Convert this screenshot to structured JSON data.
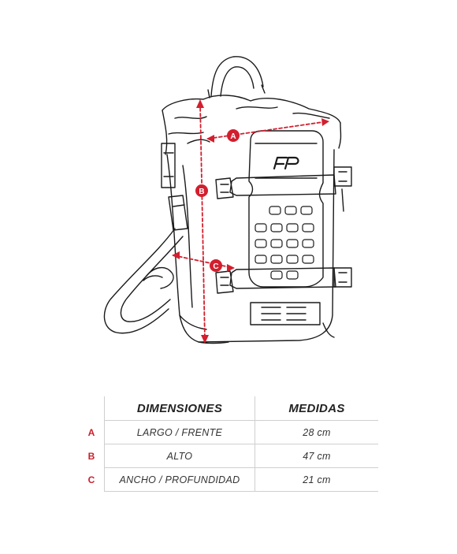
{
  "figure": {
    "logo_text": "FP",
    "markers": [
      "A",
      "B",
      "C"
    ],
    "accent_color": "#d21f2e",
    "line_color": "#1a1a1a"
  },
  "table": {
    "headers": {
      "letter": "",
      "dimension": "DIMENSIONES",
      "value": "MEDIDAS"
    },
    "rows": [
      {
        "letter": "A",
        "dimension": "LARGO / FRENTE",
        "value": "28 cm"
      },
      {
        "letter": "B",
        "dimension": "ALTO",
        "value": "47 cm"
      },
      {
        "letter": "C",
        "dimension": "ANCHO / PROFUNDIDAD",
        "value": "21 cm"
      }
    ]
  }
}
